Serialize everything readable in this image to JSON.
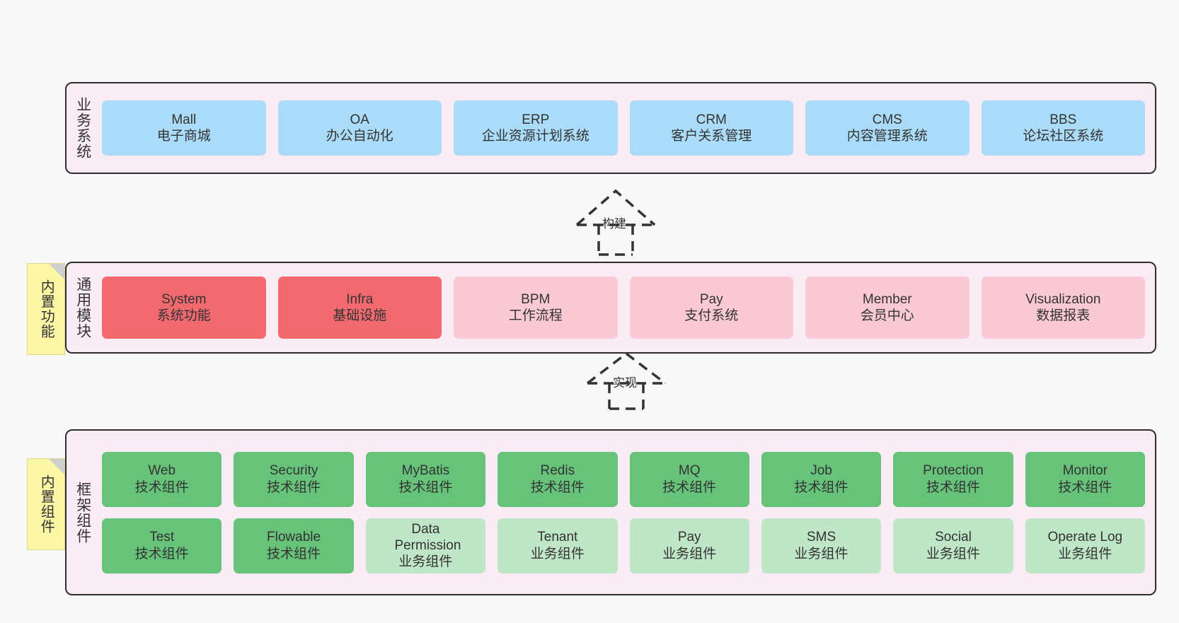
{
  "diagram": {
    "background": "#f8f8f8",
    "panel_fill": "#f9ecf4",
    "panel_border": "#2f2f2f",
    "note_fill": "#fbf7a4"
  },
  "notes": [
    {
      "id": "builtin-function",
      "text": "内置功能"
    },
    {
      "id": "builtin-component",
      "text": "内置组件"
    }
  ],
  "connectors": [
    {
      "id": "build",
      "label": "构建",
      "style": "dashed-hollow-triangle"
    },
    {
      "id": "implement",
      "label": "实现",
      "style": "dashed-hollow-triangle"
    }
  ],
  "layers": [
    {
      "id": "business-system",
      "label": "业务系统",
      "color": "#aadcfa",
      "rows": [
        [
          {
            "title": "Mall",
            "subtitle": "电子商城",
            "color": "#aadcfa"
          },
          {
            "title": "OA",
            "subtitle": "办公自动化",
            "color": "#aadcfa"
          },
          {
            "title": "ERP",
            "subtitle": "企业资源计划系统",
            "color": "#aadcfa"
          },
          {
            "title": "CRM",
            "subtitle": "客户关系管理",
            "color": "#aadcfa"
          },
          {
            "title": "CMS",
            "subtitle": "内容管理系统",
            "color": "#aadcfa"
          },
          {
            "title": "BBS",
            "subtitle": "论坛社区系统",
            "color": "#aadcfa"
          }
        ]
      ]
    },
    {
      "id": "common-module",
      "label": "通用模块",
      "rows": [
        [
          {
            "title": "System",
            "subtitle": "系统功能",
            "color": "#f26a70"
          },
          {
            "title": "Infra",
            "subtitle": "基础设施",
            "color": "#f26a70"
          },
          {
            "title": "BPM",
            "subtitle": "工作流程",
            "color": "#fbc9d3"
          },
          {
            "title": "Pay",
            "subtitle": "支付系统",
            "color": "#fbc9d3"
          },
          {
            "title": "Member",
            "subtitle": "会员中心",
            "color": "#fbc9d3"
          },
          {
            "title": "Visualization",
            "subtitle": "数据报表",
            "color": "#fbc9d3"
          }
        ]
      ]
    },
    {
      "id": "framework-component",
      "label": "框架组件",
      "rows": [
        [
          {
            "title": "Web",
            "subtitle": "技术组件",
            "color": "#67c37a"
          },
          {
            "title": "Security",
            "subtitle": "技术组件",
            "color": "#67c37a"
          },
          {
            "title": "MyBatis",
            "subtitle": "技术组件",
            "color": "#67c37a"
          },
          {
            "title": "Redis",
            "subtitle": "技术组件",
            "color": "#67c37a"
          },
          {
            "title": "MQ",
            "subtitle": "技术组件",
            "color": "#67c37a"
          },
          {
            "title": "Job",
            "subtitle": "技术组件",
            "color": "#67c37a"
          },
          {
            "title": "Protection",
            "subtitle": "技术组件",
            "color": "#67c37a"
          },
          {
            "title": "Monitor",
            "subtitle": "技术组件",
            "color": "#67c37a"
          }
        ],
        [
          {
            "title": "Test",
            "subtitle": "技术组件",
            "color": "#67c37a"
          },
          {
            "title": "Flowable",
            "subtitle": "技术组件",
            "color": "#67c37a"
          },
          {
            "title": "Data Permission",
            "subtitle": "业务组件",
            "color": "#bfe6c6"
          },
          {
            "title": "Tenant",
            "subtitle": "业务组件",
            "color": "#bfe6c6"
          },
          {
            "title": "Pay",
            "subtitle": "业务组件",
            "color": "#bfe6c6"
          },
          {
            "title": "SMS",
            "subtitle": "业务组件",
            "color": "#bfe6c6"
          },
          {
            "title": "Social",
            "subtitle": "业务组件",
            "color": "#bfe6c6"
          },
          {
            "title": "Operate Log",
            "subtitle": "业务组件",
            "color": "#bfe6c6"
          }
        ]
      ]
    }
  ]
}
